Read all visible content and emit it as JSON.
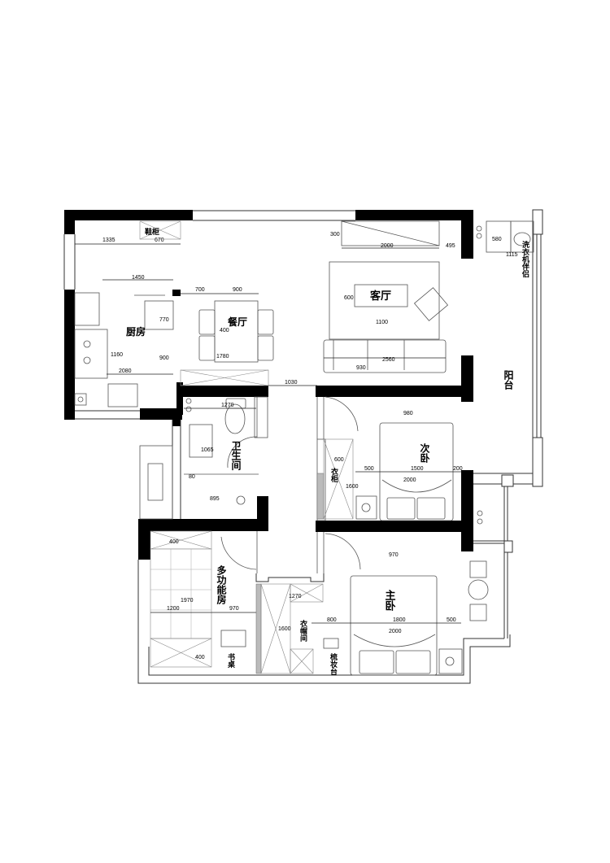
{
  "rooms": {
    "kitchen": "厨房",
    "dining": "餐厅",
    "living": "客厅",
    "balcony": "阳台",
    "bathroom": "卫生间",
    "second_bedroom": "次卧",
    "master_bedroom": "主卧",
    "multi_function_room": "多功能房",
    "walk_in_closet": "衣帽间"
  },
  "furniture": {
    "shoe_cabinet": "鞋柜",
    "washer_companion": "洗衣机伴侣",
    "wardrobe": "衣柜",
    "desk": "书桌",
    "dresser": "梳妆台"
  },
  "dimensions": {
    "top_1335": "1335",
    "top_670": "670",
    "kitchen_1450": "1450",
    "kitchen_770": "770",
    "kitchen_1160": "1160",
    "kitchen_900": "900",
    "kitchen_2080": "2080",
    "dining_700": "700",
    "dining_900": "900",
    "dining_400": "400",
    "dining_1780": "1780",
    "corridor_1030": "1030",
    "tv_300": "300",
    "tv_2000": "2000",
    "tv_495": "495",
    "laundry_580": "580",
    "laundry_1115": "1115",
    "living_600": "600",
    "living_1100": "1100",
    "sofa_930": "930",
    "sofa_2560": "2560",
    "bath_1270": "1270",
    "bath_1065": "1065",
    "bath_80": "80",
    "bath_895": "895",
    "bed2_980": "980",
    "bed2_600": "600",
    "bed2_500": "500",
    "bed2_1600": "1600",
    "bed2_2000": "2000",
    "bed2_1500": "1500",
    "bed2_200": "200",
    "multi_400a": "400",
    "multi_1970": "1970",
    "multi_1200": "1200",
    "multi_970": "970",
    "multi_400b": "400",
    "closet_1270": "1270",
    "closet_1600": "1600",
    "master_970": "970",
    "master_800": "800",
    "master_2000": "2000",
    "master_1800": "1800",
    "master_500": "500"
  }
}
